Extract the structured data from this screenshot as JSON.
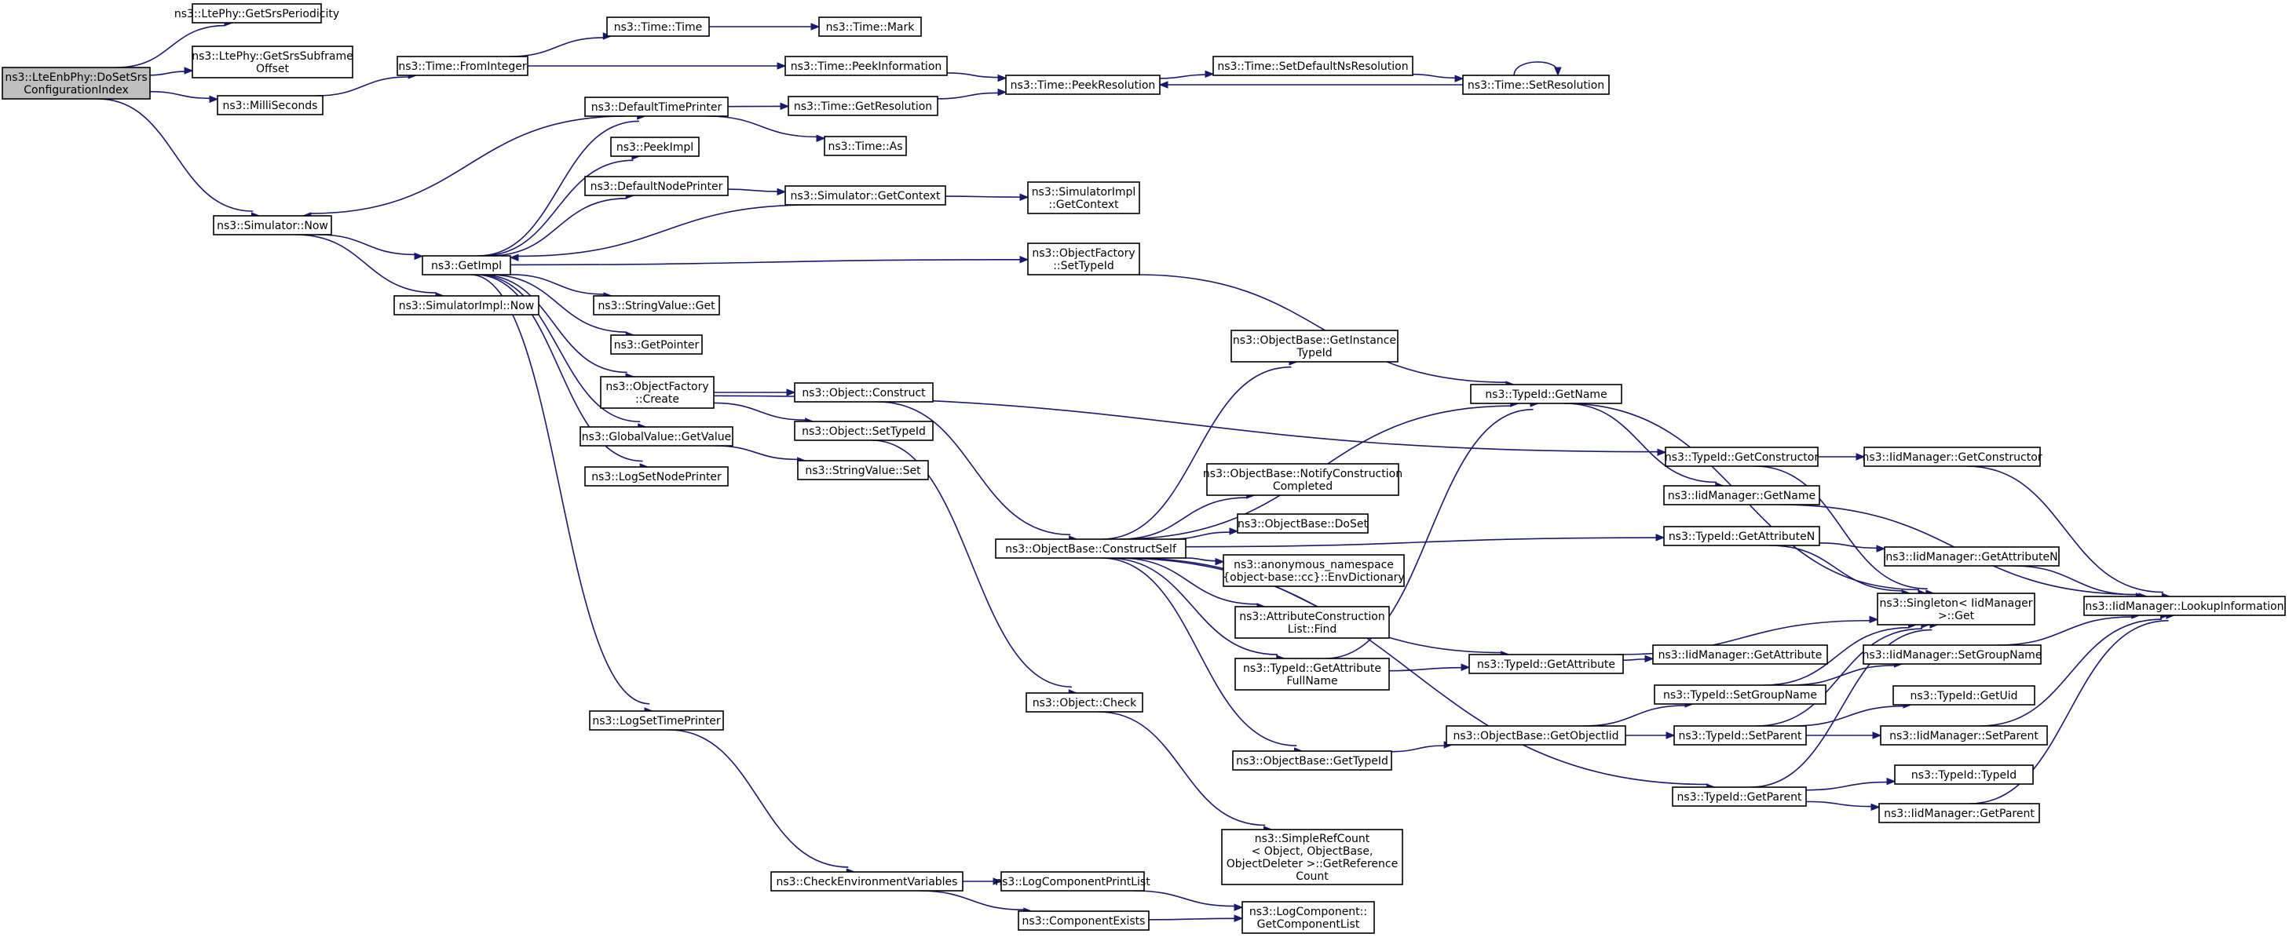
{
  "colors": {
    "edge": "#191970",
    "node_fill": "#ffffff",
    "root_fill": "#bfbfbf",
    "border": "#000000"
  },
  "nodes": {
    "root": {
      "lines": [
        "ns3::LteEnbPhy::DoSetSrs",
        "ConfigurationIndex"
      ]
    },
    "n1": {
      "lines": [
        "ns3::LtePhy::GetSrsPeriodicity"
      ]
    },
    "n2": {
      "lines": [
        "ns3::LtePhy::GetSrsSubframe",
        "Offset"
      ]
    },
    "n3": {
      "lines": [
        "ns3::MilliSeconds"
      ]
    },
    "n4": {
      "lines": [
        "ns3::Simulator::Now"
      ]
    },
    "n5": {
      "lines": [
        "ns3::Time::FromInteger"
      ]
    },
    "n6": {
      "lines": [
        "ns3::Time::Time"
      ]
    },
    "n7": {
      "lines": [
        "ns3::Time::Mark"
      ]
    },
    "n8": {
      "lines": [
        "ns3::Time::PeekInformation"
      ]
    },
    "n9": {
      "lines": [
        "ns3::Time::PeekResolution"
      ]
    },
    "n10": {
      "lines": [
        "ns3::Time::SetDefaultNsResolution"
      ]
    },
    "n11": {
      "lines": [
        "ns3::Time::SetResolution"
      ]
    },
    "n12": {
      "lines": [
        "ns3::GetImpl"
      ]
    },
    "n13": {
      "lines": [
        "ns3::SimulatorImpl::Now"
      ]
    },
    "n14": {
      "lines": [
        "ns3::DefaultTimePrinter"
      ]
    },
    "n15": {
      "lines": [
        "ns3::Time::GetResolution"
      ]
    },
    "n16": {
      "lines": [
        "ns3::Time::As"
      ]
    },
    "n17": {
      "lines": [
        "ns3::PeekImpl"
      ]
    },
    "n18": {
      "lines": [
        "ns3::DefaultNodePrinter"
      ]
    },
    "n19": {
      "lines": [
        "ns3::Simulator::GetContext"
      ]
    },
    "n20": {
      "lines": [
        "ns3::SimulatorImpl",
        "::GetContext"
      ]
    },
    "n21": {
      "lines": [
        "ns3::ObjectFactory",
        "::SetTypeId"
      ]
    },
    "n22": {
      "lines": [
        "ns3::StringValue::Get"
      ]
    },
    "n23": {
      "lines": [
        "ns3::GetPointer"
      ]
    },
    "n24": {
      "lines": [
        "ns3::ObjectFactory",
        "::Create"
      ]
    },
    "n25": {
      "lines": [
        "ns3::Object::Construct"
      ]
    },
    "n26": {
      "lines": [
        "ns3::Object::SetTypeId"
      ]
    },
    "n27": {
      "lines": [
        "ns3::GlobalValue::GetValue"
      ]
    },
    "n28": {
      "lines": [
        "ns3::StringValue::Set"
      ]
    },
    "n29": {
      "lines": [
        "ns3::LogSetNodePrinter"
      ]
    },
    "n30": {
      "lines": [
        "ns3::LogSetTimePrinter"
      ]
    },
    "n31": {
      "lines": [
        "ns3::ObjectBase::GetInstance",
        "TypeId"
      ]
    },
    "n32": {
      "lines": [
        "ns3::TypeId::GetName"
      ]
    },
    "n33": {
      "lines": [
        "ns3::TypeId::GetConstructor"
      ]
    },
    "n34": {
      "lines": [
        "ns3::IidManager::GetConstructor"
      ]
    },
    "n35": {
      "lines": [
        "ns3::IidManager::GetName"
      ]
    },
    "n36": {
      "lines": [
        "ns3::ObjectBase::NotifyConstruction",
        "Completed"
      ]
    },
    "n37": {
      "lines": [
        "ns3::ObjectBase::ConstructSelf"
      ]
    },
    "n38": {
      "lines": [
        "ns3::ObjectBase::DoSet"
      ]
    },
    "n39": {
      "lines": [
        "ns3::anonymous_namespace",
        "{object-base::cc}::EnvDictionary"
      ]
    },
    "n40": {
      "lines": [
        "ns3::TypeId::GetAttributeN"
      ]
    },
    "n41": {
      "lines": [
        "ns3::IidManager::GetAttributeN"
      ]
    },
    "n42": {
      "lines": [
        "ns3::Singleton< IidManager",
        " >::Get"
      ]
    },
    "n43": {
      "lines": [
        "ns3::IidManager::LookupInformation"
      ]
    },
    "n44": {
      "lines": [
        "ns3::AttributeConstruction",
        "List::Find"
      ]
    },
    "n45": {
      "lines": [
        "ns3::TypeId::GetAttribute",
        "FullName"
      ]
    },
    "n46": {
      "lines": [
        "ns3::TypeId::GetAttribute"
      ]
    },
    "n47": {
      "lines": [
        "ns3::IidManager::GetAttribute"
      ]
    },
    "n48": {
      "lines": [
        "ns3::IidManager::SetGroupName"
      ]
    },
    "n49": {
      "lines": [
        "ns3::TypeId::SetGroupName"
      ]
    },
    "n50": {
      "lines": [
        "ns3::TypeId::GetUid"
      ]
    },
    "n51": {
      "lines": [
        "ns3::Object::Check"
      ]
    },
    "n52": {
      "lines": [
        "ns3::ObjectBase::GetObjectIid"
      ]
    },
    "n53": {
      "lines": [
        "ns3::TypeId::SetParent"
      ]
    },
    "n54": {
      "lines": [
        "ns3::IidManager::SetParent"
      ]
    },
    "n55": {
      "lines": [
        "ns3::ObjectBase::GetTypeId"
      ]
    },
    "n56": {
      "lines": [
        "ns3::TypeId::TypeId"
      ]
    },
    "n57": {
      "lines": [
        "ns3::TypeId::GetParent"
      ]
    },
    "n58": {
      "lines": [
        "ns3::IidManager::GetParent"
      ]
    },
    "n59": {
      "lines": [
        "ns3::SimpleRefCount",
        "< Object, ObjectBase,",
        "ObjectDeleter >::GetReference",
        "Count"
      ]
    },
    "n60": {
      "lines": [
        "ns3::CheckEnvironmentVariables"
      ]
    },
    "n61": {
      "lines": [
        "ns3::LogComponentPrintList"
      ]
    },
    "n62": {
      "lines": [
        "ns3::ComponentExists"
      ]
    },
    "n63": {
      "lines": [
        "ns3::LogComponent::",
        "GetComponentList"
      ]
    }
  },
  "edges": [
    [
      "root",
      "n1"
    ],
    [
      "root",
      "n2"
    ],
    [
      "root",
      "n3"
    ],
    [
      "root",
      "n4"
    ],
    [
      "n3",
      "n5"
    ],
    [
      "n5",
      "n6"
    ],
    [
      "n6",
      "n7"
    ],
    [
      "n5",
      "n8"
    ],
    [
      "n8",
      "n9"
    ],
    [
      "n9",
      "n10"
    ],
    [
      "n10",
      "n11"
    ],
    [
      "n11",
      "n9"
    ],
    [
      "n11",
      "n11"
    ],
    [
      "n4",
      "n12"
    ],
    [
      "n4",
      "n13"
    ],
    [
      "n12",
      "n14"
    ],
    [
      "n14",
      "n15"
    ],
    [
      "n15",
      "n9"
    ],
    [
      "n14",
      "n16"
    ],
    [
      "n14",
      "n4"
    ],
    [
      "n12",
      "n17"
    ],
    [
      "n12",
      "n18"
    ],
    [
      "n18",
      "n19"
    ],
    [
      "n19",
      "n20"
    ],
    [
      "n19",
      "n12"
    ],
    [
      "n12",
      "n21"
    ],
    [
      "n21",
      "n32"
    ],
    [
      "n12",
      "n22"
    ],
    [
      "n12",
      "n23"
    ],
    [
      "n12",
      "n24"
    ],
    [
      "n12",
      "n27"
    ],
    [
      "n12",
      "n29"
    ],
    [
      "n12",
      "n30"
    ],
    [
      "n24",
      "n25"
    ],
    [
      "n24",
      "n26"
    ],
    [
      "n24",
      "n33"
    ],
    [
      "n25",
      "n37"
    ],
    [
      "n26",
      "n51"
    ],
    [
      "n27",
      "n28"
    ],
    [
      "n30",
      "n60"
    ],
    [
      "n60",
      "n61"
    ],
    [
      "n60",
      "n62"
    ],
    [
      "n61",
      "n63"
    ],
    [
      "n62",
      "n63"
    ],
    [
      "n33",
      "n34"
    ],
    [
      "n33",
      "n42"
    ],
    [
      "n34",
      "n43"
    ],
    [
      "n32",
      "n35"
    ],
    [
      "n32",
      "n42"
    ],
    [
      "n35",
      "n43"
    ],
    [
      "n37",
      "n31"
    ],
    [
      "n37",
      "n32"
    ],
    [
      "n37",
      "n36"
    ],
    [
      "n37",
      "n38"
    ],
    [
      "n37",
      "n39"
    ],
    [
      "n37",
      "n40"
    ],
    [
      "n37",
      "n44"
    ],
    [
      "n37",
      "n45"
    ],
    [
      "n37",
      "n46"
    ],
    [
      "n37",
      "n55"
    ],
    [
      "n37",
      "n57"
    ],
    [
      "n40",
      "n41"
    ],
    [
      "n40",
      "n42"
    ],
    [
      "n41",
      "n43"
    ],
    [
      "n45",
      "n32"
    ],
    [
      "n45",
      "n46"
    ],
    [
      "n46",
      "n47"
    ],
    [
      "n46",
      "n42"
    ],
    [
      "n49",
      "n48"
    ],
    [
      "n49",
      "n42"
    ],
    [
      "n48",
      "n43"
    ],
    [
      "n55",
      "n52"
    ],
    [
      "n52",
      "n49"
    ],
    [
      "n52",
      "n53"
    ],
    [
      "n53",
      "n50"
    ],
    [
      "n53",
      "n54"
    ],
    [
      "n53",
      "n42"
    ],
    [
      "n54",
      "n43"
    ],
    [
      "n57",
      "n56"
    ],
    [
      "n57",
      "n58"
    ],
    [
      "n57",
      "n42"
    ],
    [
      "n58",
      "n43"
    ],
    [
      "n51",
      "n59"
    ]
  ]
}
